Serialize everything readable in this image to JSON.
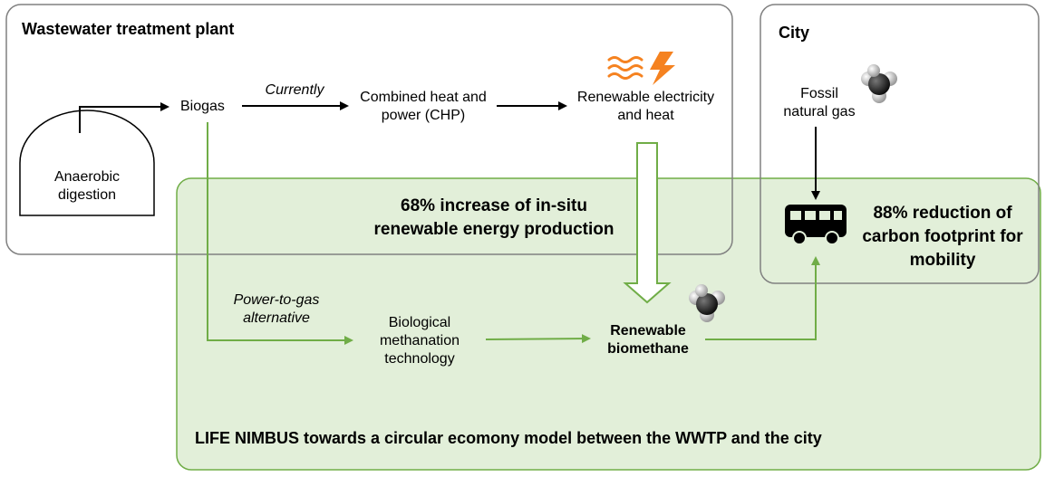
{
  "regions": {
    "plant_title": "Wastewater treatment plant",
    "city_title": "City",
    "life_label": "LIFE NIMBUS towards a circular ecomony model between the WWTP and the city"
  },
  "nodes": {
    "anaerobic": "Anaerobic digestion",
    "biogas": "Biogas",
    "chp": "Combined heat and power (CHP)",
    "renewable_energy": "Renewable electricity and heat",
    "fossil_gas": "Fossil natural gas",
    "methanation": "Biological methanation technology",
    "biomethane": "Renewable biomethane"
  },
  "labels": {
    "currently": "Currently",
    "ptg": "Power-to-gas alternative"
  },
  "highlights": {
    "energy_increase": "68% increase of in-situ renewable energy production",
    "carbon_reduction": "88% reduction of carbon footprint for mobility"
  },
  "icons": {
    "heat": "heat-waves-icon",
    "lightning": "lightning-icon",
    "methane": "methane-molecule-icon",
    "bus": "bus-icon"
  },
  "colors": {
    "green_line": "#70ad47",
    "green_fill": "#e2efd9",
    "orange": "#f58220",
    "box_border": "#808080"
  }
}
